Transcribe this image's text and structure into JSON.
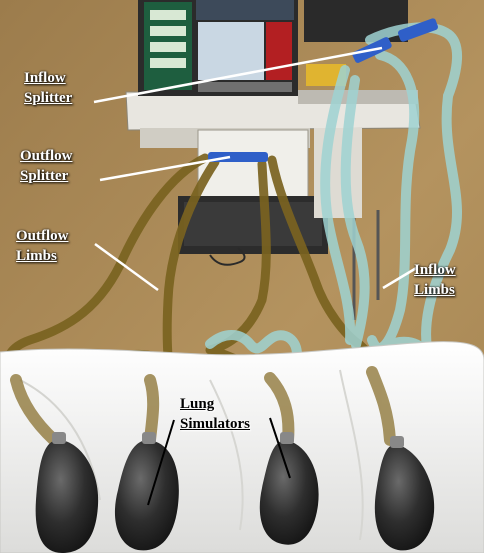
{
  "labels": {
    "inflow_splitter": [
      "Inflow",
      "Splitter"
    ],
    "outflow_splitter": [
      "Outflow",
      "Splitter"
    ],
    "outflow_limbs": [
      "Outflow",
      "Limbs"
    ],
    "inflow_limbs": [
      "Inflow",
      "Limbs"
    ],
    "lung_simulators": [
      "Lung",
      "Simulators"
    ]
  },
  "colors": {
    "floor": "#b08e5c",
    "tubing_clear": "#9fd3d2",
    "tubing_brown": "#7a6320",
    "connector_blue": "#2f5fc8",
    "bag_black": "#2a2a2a",
    "pillow_white": "#f4f4f2",
    "ventilator_green": "#1e5e3f"
  }
}
